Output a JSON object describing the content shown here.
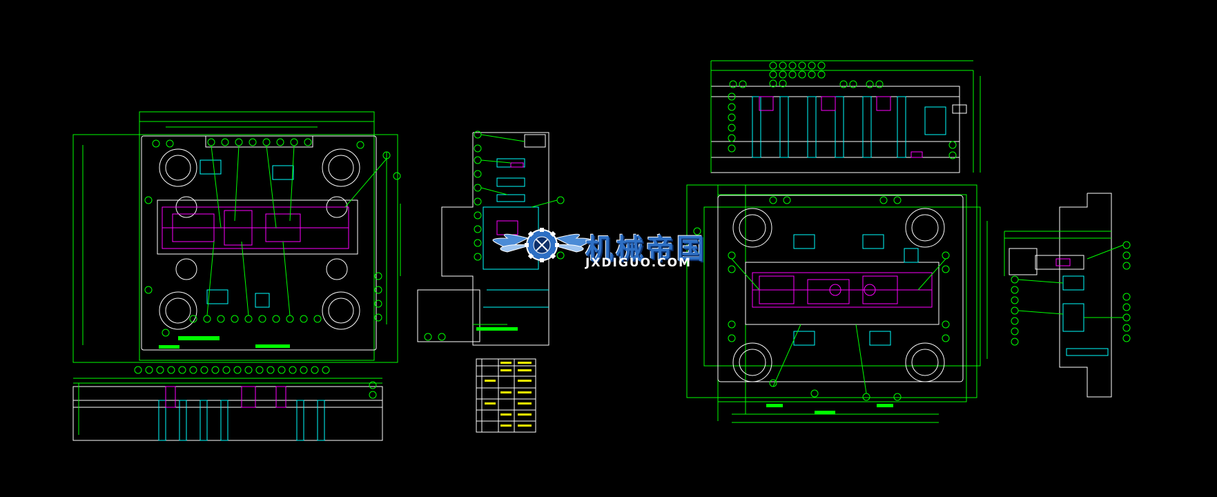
{
  "viewport": {
    "width": 1763,
    "height": 720,
    "background": "#000000"
  },
  "colors": {
    "outline": "#ffffff",
    "dimension": "#00ff00",
    "feature": "#ff00ff",
    "detail": "#00ffff",
    "label": "#ffff00",
    "watermark_blue": "#2d6fc4"
  },
  "watermark": {
    "logo_icon": "winged-gear-logo",
    "chinese_text": "机械帝国",
    "english_text": "JXDIGUO.COM"
  },
  "views": [
    {
      "id": "plan-view-left",
      "description_icon": "die-plan-view"
    },
    {
      "id": "section-view-left",
      "description_icon": "die-section-view"
    },
    {
      "id": "side-elevation-center",
      "description_icon": "die-side-view"
    },
    {
      "id": "parts-table",
      "description_icon": "table-icon"
    },
    {
      "id": "section-view-right",
      "description_icon": "die-section-view"
    },
    {
      "id": "plan-view-right",
      "description_icon": "die-plan-view"
    },
    {
      "id": "side-elevation-right",
      "description_icon": "die-side-view"
    }
  ]
}
